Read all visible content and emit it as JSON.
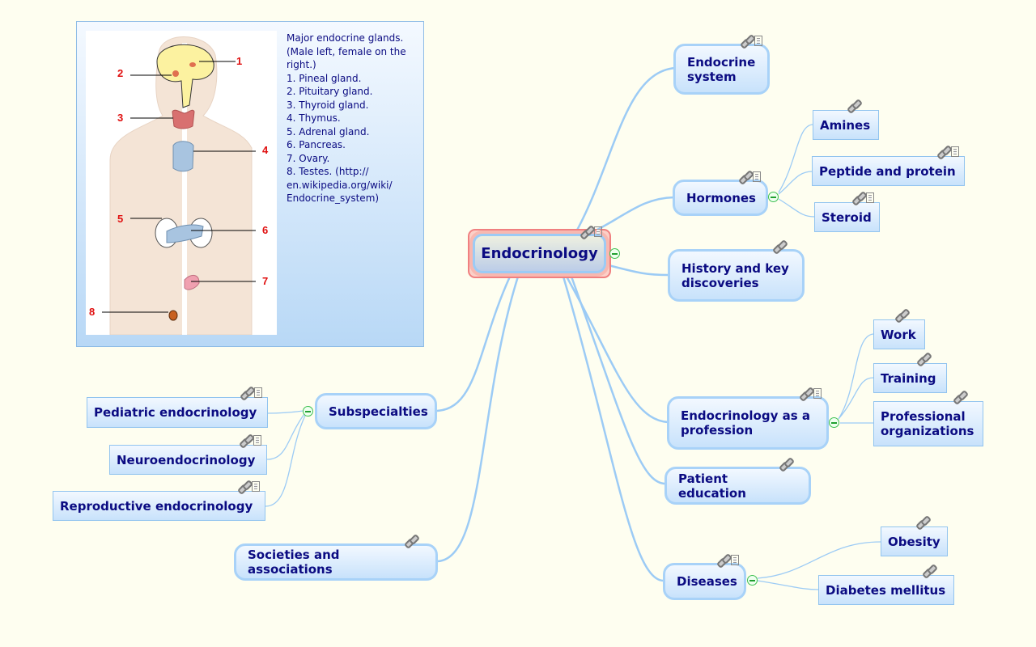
{
  "root": {
    "label": "Endocrinology"
  },
  "image_topic": {
    "caption": "Major endocrine glands.\n(Male left, female on the right.)\n1. Pineal gland.\n2. Pituitary gland.\n3. Thyroid gland.\n4. Thymus.\n5. Adrenal gland.\n6. Pancreas.\n7. Ovary.\n8. Testes. (http://\nen.wikipedia.org/wiki/\nEndocrine_system)",
    "figure_labels": [
      "1",
      "2",
      "3",
      "4",
      "5",
      "6",
      "7",
      "8"
    ]
  },
  "topics": {
    "endocrine_system": {
      "label": "Endocrine\nsystem",
      "icons": [
        "link-icon",
        "note-icon"
      ]
    },
    "hormones": {
      "label": "Hormones",
      "icons": [
        "link-icon",
        "note-icon"
      ],
      "children": [
        {
          "label": "Amines",
          "icons": [
            "link-icon"
          ]
        },
        {
          "label": "Peptide and protein",
          "icons": [
            "link-icon",
            "note-icon"
          ]
        },
        {
          "label": "Steroid",
          "icons": [
            "link-icon",
            "note-icon"
          ]
        }
      ]
    },
    "history": {
      "label": "History and key\ndiscoveries",
      "icons": [
        "link-icon"
      ]
    },
    "profession": {
      "label": "Endocrinology as a\nprofession",
      "icons": [
        "link-icon",
        "note-icon"
      ],
      "children": [
        {
          "label": "Work",
          "icons": [
            "link-icon"
          ]
        },
        {
          "label": "Training",
          "icons": [
            "link-icon"
          ]
        },
        {
          "label": "Professional\norganizations",
          "icons": [
            "link-icon"
          ]
        }
      ]
    },
    "patient_education": {
      "label": "Patient education",
      "icons": [
        "link-icon"
      ]
    },
    "diseases": {
      "label": "Diseases",
      "icons": [
        "link-icon",
        "note-icon"
      ],
      "children": [
        {
          "label": "Obesity",
          "icons": [
            "link-icon"
          ]
        },
        {
          "label": "Diabetes mellitus",
          "icons": [
            "link-icon"
          ]
        }
      ]
    },
    "subspecialties": {
      "label": "Subspecialties",
      "children": [
        {
          "label": "Pediatric endocrinology",
          "icons": [
            "link-icon",
            "note-icon"
          ]
        },
        {
          "label": "Neuroendocrinology",
          "icons": [
            "link-icon",
            "note-icon"
          ]
        },
        {
          "label": "Reproductive endocrinology",
          "icons": [
            "link-icon",
            "note-icon"
          ]
        }
      ]
    },
    "societies": {
      "label": "Societies and associations",
      "icons": [
        "link-icon"
      ]
    }
  },
  "colors": {
    "background": "#fefef0",
    "text": "#0b0b82",
    "connector": "#9ccbf5",
    "root_highlight": "#f08080",
    "toggle": "#3dc050"
  }
}
